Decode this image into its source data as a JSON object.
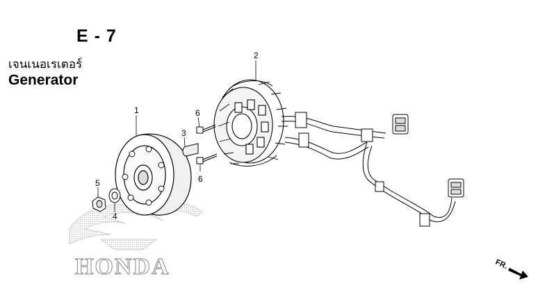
{
  "header": {
    "section_code": "E - 7",
    "title_thai": "เจนเนอเรเตอร์",
    "title_english": "Generator"
  },
  "watermark": {
    "brand_text": "HONDA",
    "color": "#9a9a9a"
  },
  "parts": [
    {
      "ref": "1"
    },
    {
      "ref": "2"
    },
    {
      "ref": "3"
    },
    {
      "ref": "4"
    },
    {
      "ref": "5"
    },
    {
      "ref": "6"
    },
    {
      "ref": "6"
    }
  ],
  "direction_indicator": {
    "label": "FR.",
    "icon": "arrow-right-down-icon"
  }
}
